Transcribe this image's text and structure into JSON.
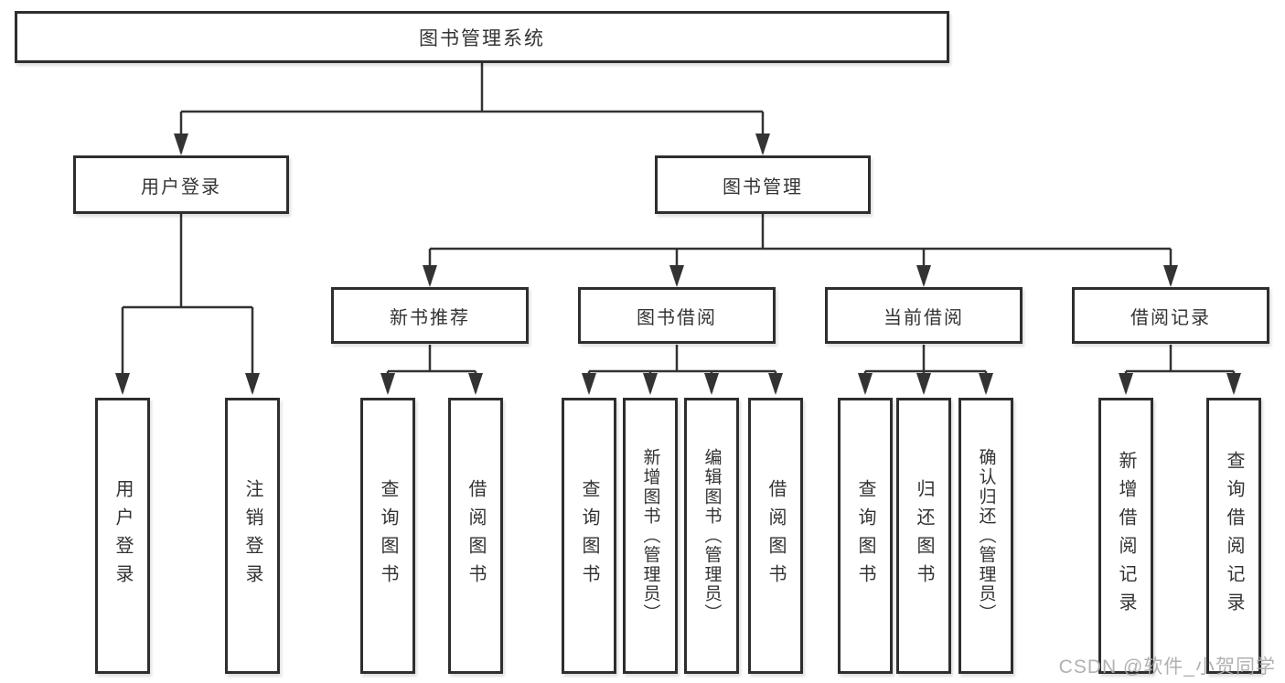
{
  "tree": {
    "root": "图书管理系统",
    "level2": [
      "用户登录",
      "图书管理"
    ],
    "level3": [
      "新书推荐",
      "图书借阅",
      "当前借阅",
      "借阅记录"
    ],
    "leaves": {
      "user_login": [
        "用户登录",
        "注销登录"
      ],
      "new_book": [
        "查询图书",
        "借阅图书"
      ],
      "book_borrow": [
        "查询图书",
        "新增图书（管理员）",
        "编辑图书（管理员）",
        "借阅图书"
      ],
      "current_borrow": [
        "查询图书",
        "归还图书",
        "确认归还（管理员）"
      ],
      "borrow_record": [
        "新增借阅记录",
        "查询借阅记录"
      ]
    }
  },
  "watermark": "CSDN @软件_小贺同学",
  "colors": {
    "line": "#333333",
    "box_border": "#2e2e2e",
    "text": "#333333",
    "watermark": "#ababab",
    "background": "#ffffff"
  }
}
